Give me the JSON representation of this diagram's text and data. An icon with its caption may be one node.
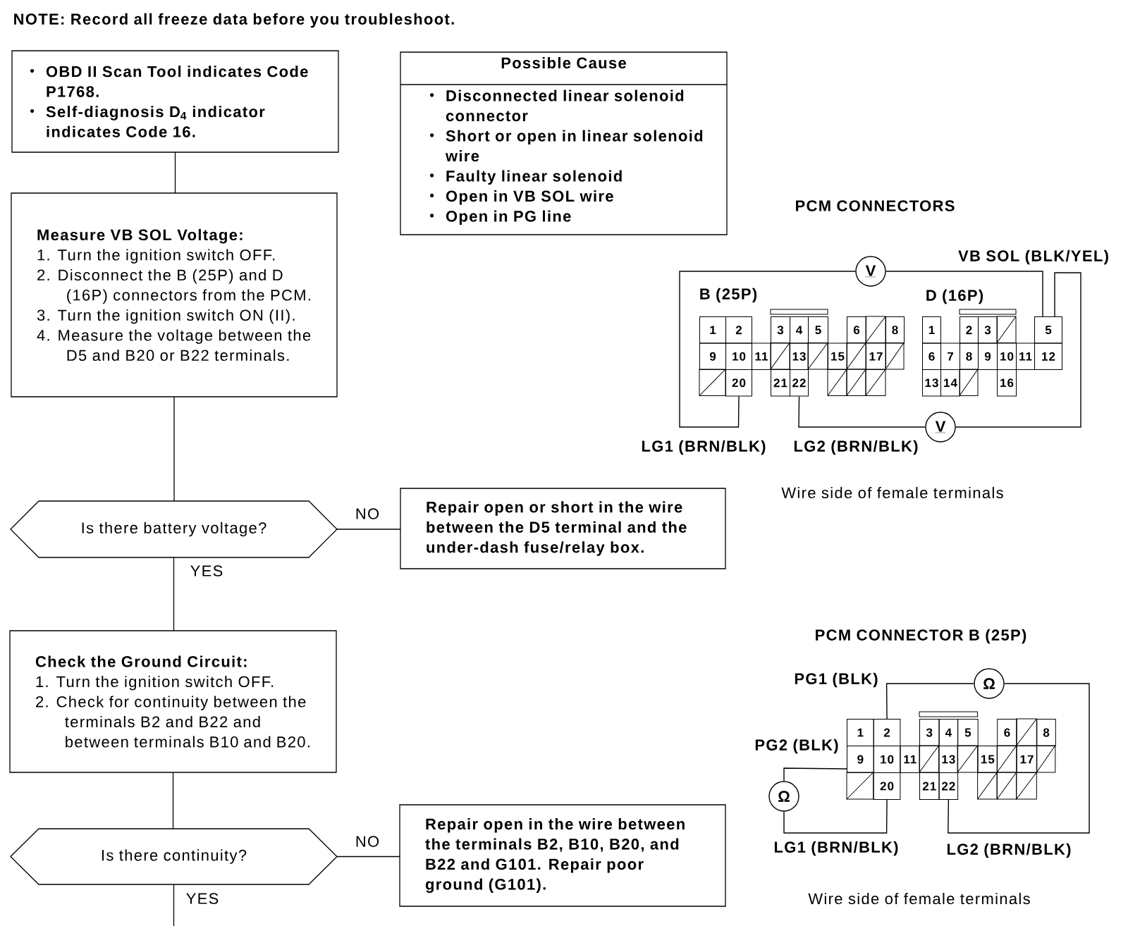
{
  "diagram": {
    "title": "NOTE: Record all freeze data before you troubleshoot.",
    "nodes": [
      {
        "text": [
          "OBD II Scan Tool indicates Code P1768.",
          "Self-diagnosis D$_{4}$ indicator indicates Code 16."
        ]
      },
      {
        "text": [
          "Possible Cause",
          "Disconnected linear solenoid connector",
          "Short or open in linear solenoid wire",
          "Faulty linear solenoid",
          "Open in VB SOL wire",
          "Open in PG line"
        ]
      },
      {
        "text": [
          "Measure VB SOL Voltage:",
          "1. Turn the ignition switch OFF.",
          "2. Disconnect the B (25P) and D (16P) connectors from the PCM.",
          "3. Turn the ignition switch ON (II).",
          "4. Measure the voltage between the D5 and B20 or B22 terminals."
        ]
      },
      {
        "text": [
          "Is there battery voltage?"
        ]
      },
      {
        "text": [
          "Repair open or short in the wire between the D5 terminal and the under-dash fuse/relay box."
        ]
      },
      {
        "text": [
          "Check the Ground Circuit:",
          "1. Turn the ignition switch OFF.",
          "2. Check for continuity between the terminals B2 and B22 and between terminals B10 and B20."
        ]
      },
      {
        "text": [
          "Is there continuity?"
        ]
      },
      {
        "text": [
          "Repair open in the wire between the terminals B2, B10, B20, and B22 and G101. Repair poor ground (G101)."
        ]
      },
      {
        "text": [
          "V"
        ]
      },
      {
        "text": [
          "1"
        ]
      },
      {
        "text": [
          "2"
        ]
      },
      {
        "text": [
          "3"
        ]
      },
      {
        "text": [
          "4"
        ]
      },
      {
        "text": [
          "5"
        ]
      },
      {
        "text": [
          "6"
        ]
      },
      {
        "text": [
          "8"
        ]
      },
      {
        "text": [
          "9"
        ]
      },
      {
        "text": [
          "10"
        ]
      },
      {
        "text": [
          "11"
        ]
      },
      {
        "text": [
          "13"
        ]
      },
      {
        "text": [
          "15"
        ]
      },
      {
        "text": [
          "17"
        ]
      },
      {
        "text": [
          "20"
        ]
      },
      {
        "text": [
          "21"
        ]
      },
      {
        "text": [
          "22"
        ]
      },
      {
        "text": [
          "1"
        ]
      },
      {
        "text": [
          "2"
        ]
      },
      {
        "text": [
          "3"
        ]
      },
      {
        "text": [
          "5"
        ]
      },
      {
        "text": [
          "6"
        ]
      },
      {
        "text": [
          "7"
        ]
      },
      {
        "text": [
          "8"
        ]
      },
      {
        "text": [
          "9"
        ]
      },
      {
        "text": [
          "10"
        ]
      },
      {
        "text": [
          "11"
        ]
      },
      {
        "text": [
          "12"
        ]
      },
      {
        "text": [
          "13"
        ]
      },
      {
        "text": [
          "14"
        ]
      },
      {
        "text": [
          "16"
        ]
      },
      {
        "text": [
          "V"
        ]
      },
      {
        "text": [
          "Ω"
        ]
      },
      {
        "text": [
          "1"
        ]
      },
      {
        "text": [
          "2"
        ]
      },
      {
        "text": [
          "3"
        ]
      },
      {
        "text": [
          "4"
        ]
      },
      {
        "text": [
          "5"
        ]
      },
      {
        "text": [
          "6"
        ]
      },
      {
        "text": [
          "8"
        ]
      },
      {
        "text": [
          "9"
        ]
      },
      {
        "text": [
          "10"
        ]
      },
      {
        "text": [
          "11"
        ]
      },
      {
        "text": [
          "13"
        ]
      },
      {
        "text": [
          "15"
        ]
      },
      {
        "text": [
          "17"
        ]
      },
      {
        "text": [
          "20"
        ]
      },
      {
        "text": [
          "21"
        ]
      },
      {
        "text": [
          "22"
        ]
      },
      {
        "text": [
          "Ω"
        ]
      }
    ],
    "edges": [
      {
        "from": 0,
        "to": 2,
        "arrow": "none"
      },
      {
        "from": 2,
        "to": 3,
        "arrow": "none"
      },
      {
        "from": 3,
        "to": 4,
        "arrow": "none",
        "label": "NO"
      },
      {
        "from": 3,
        "to": 5,
        "arrow": "none",
        "label": "YES"
      },
      {
        "from": 5,
        "to": 6,
        "arrow": "none"
      },
      {
        "from": 6,
        "to": 7,
        "arrow": "none",
        "label": "NO"
      },
      {
        "from": 6,
        "to": null,
        "arrow": "none",
        "label": "YES"
      },
      {
        "from": 22,
        "to": 8,
        "arrow": "none"
      },
      {
        "from": 8,
        "to": 28,
        "arrow": "none"
      },
      {
        "from": 28,
        "to": 39,
        "arrow": "none"
      },
      {
        "from": 39,
        "to": 24,
        "arrow": "none"
      },
      {
        "from": 42,
        "to": 40,
        "arrow": "none"
      },
      {
        "from": 40,
        "to": 56,
        "arrow": "none"
      },
      {
        "from": 48,
        "to": 57,
        "arrow": "none"
      },
      {
        "from": 57,
        "to": 54,
        "arrow": "none"
      }
    ],
    "labels": [
      "PCM CONNECTORS",
      "VB SOL (BLK/YEL)",
      "B (25P)",
      "D (16P)",
      "LG1 (BRN/BLK)",
      "LG2 (BRN/BLK)",
      "Wire side of female terminals",
      "PCM CONNECTOR B (25P)",
      "PG1 (BLK)",
      "PG2 (BLK)",
      "LG1 (BRN/BLK)",
      "LG2 (BRN/BLK)",
      "Wire side of female terminals"
    ]
  }
}
